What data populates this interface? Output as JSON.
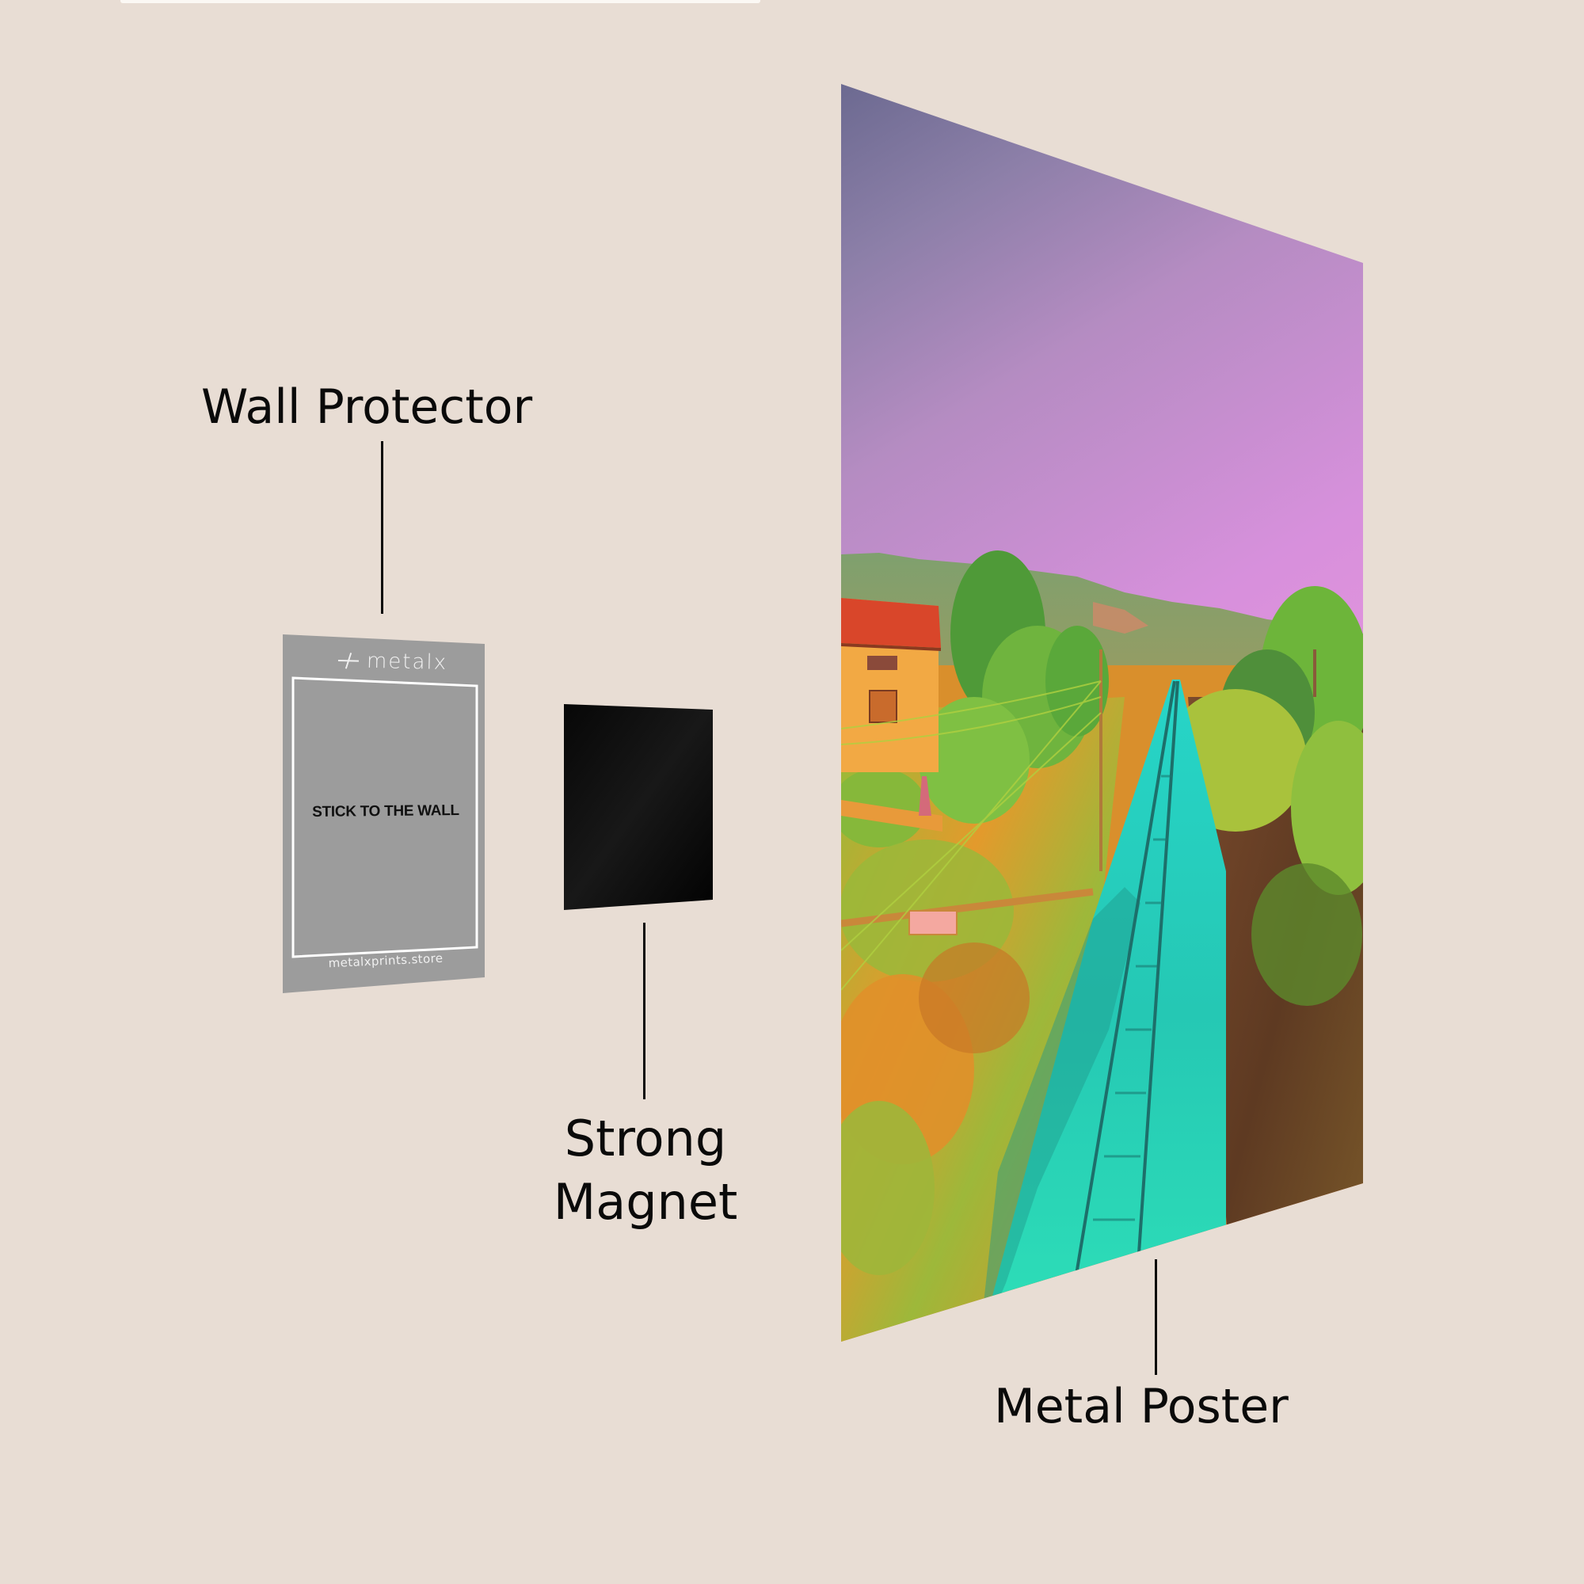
{
  "labels": {
    "wall_protector": "Wall Protector",
    "strong_magnet": "Strong Magnet",
    "metal_poster": "Metal Poster"
  },
  "wall_protector": {
    "brand": "metalx",
    "logo_icon": "metalx-slash-logo-icon",
    "instruction": "STICK TO THE WALL",
    "url": "metalxprints.store",
    "color": "#9c9c9c",
    "frame_color": "#ffffff"
  },
  "magnet": {
    "color": "#050505"
  },
  "poster": {
    "subject": "Railway track through trees and hills with a house, psychedelic false-color",
    "palette": {
      "sky_top": "#6e6a92",
      "sky_mid": "#b68dc2",
      "sky_low": "#e694dc",
      "hills": "#8f9b6a",
      "trees": "#6fb43e",
      "foliage_orange": "#f2a13a",
      "roof": "#d9462a",
      "house_wall": "#f2a944",
      "track_cyan": "#2fd6c0",
      "track_shadow": "#1d8f84",
      "embankment": "#6b3a2a"
    }
  },
  "colors": {
    "background": "#e8ddd4",
    "text": "#0a0a0a"
  }
}
